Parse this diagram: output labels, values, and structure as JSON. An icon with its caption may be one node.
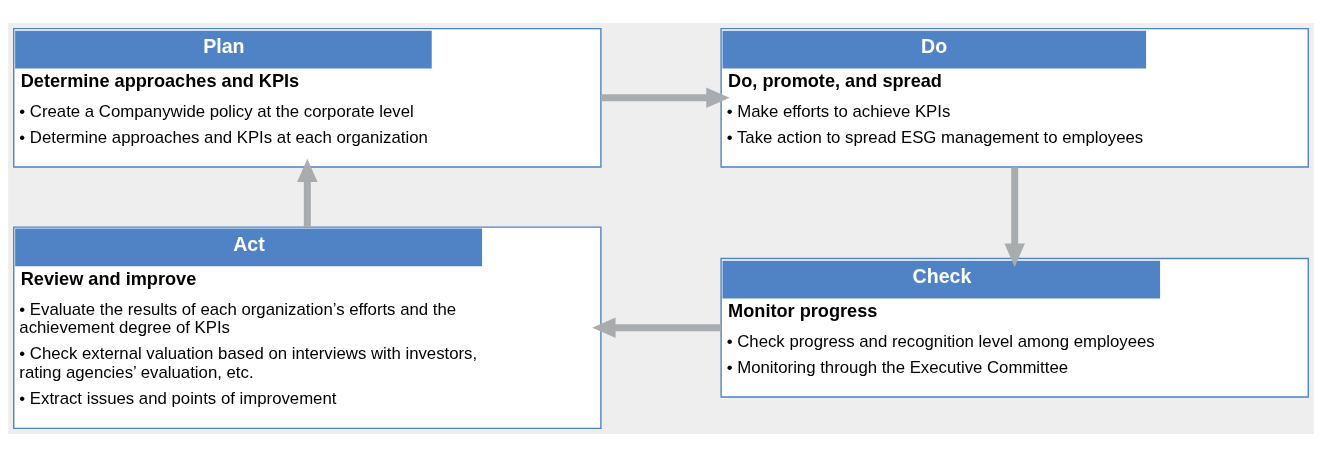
{
  "diagram": {
    "nodes": [
      {
        "text": [
          "Plan",
          "Determine approaches and KPIs",
          "• Create a Companywide policy at the corporate level",
          "• Determine approaches and KPIs at each organization"
        ]
      },
      {
        "text": [
          "Do",
          "Do, promote, and spread",
          "• Make efforts to achieve KPIs",
          "• Take action to spread ESG management to employees"
        ]
      },
      {
        "text": [
          "Check",
          "Monitor progress",
          "• Check progress and recognition level among employees",
          "• Monitoring through the Executive Committee"
        ]
      },
      {
        "text": [
          "Act",
          "Review and improve",
          "• Evaluate the results of each organization’s efforts and the achievement degree of KPIs",
          "• Check external valuation based on interviews with investors, rating agencies’ evaluation, etc.",
          "• Extract issues and points of improvement"
        ]
      }
    ],
    "edges": [
      {
        "from": 0,
        "to": 1,
        "arrow": "to"
      },
      {
        "from": 1,
        "to": 2,
        "arrow": "to"
      },
      {
        "from": 2,
        "to": 3,
        "arrow": "to"
      },
      {
        "from": 3,
        "to": 0,
        "arrow": "to"
      }
    ]
  }
}
